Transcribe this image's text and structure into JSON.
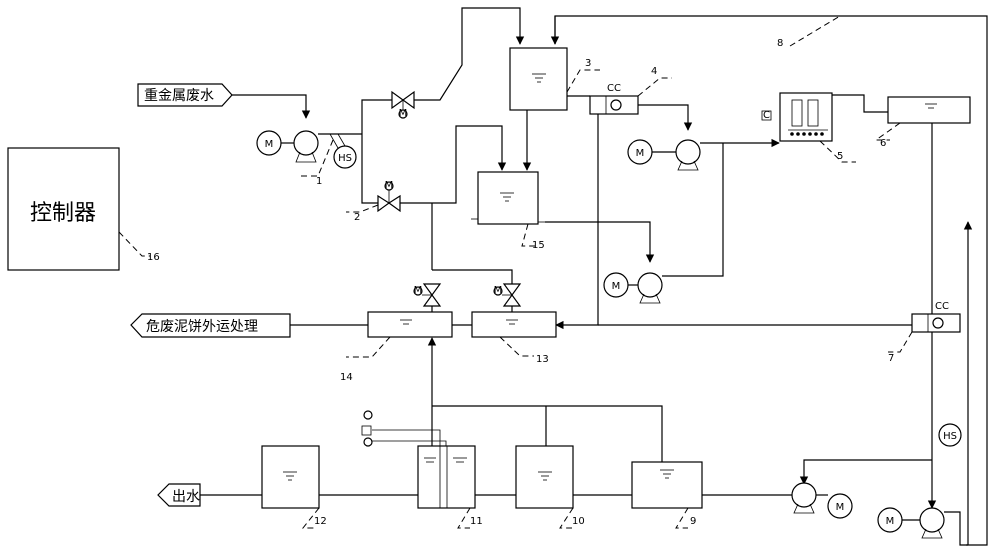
{
  "controller": {
    "label": "控制器"
  },
  "io": {
    "inlet": "重金属废水",
    "sludge_outlet": "危废泥饼外运处理",
    "water_outlet": "出水"
  },
  "badges": {
    "motor": "M",
    "level_switch": "HS",
    "flowmeter": "CC",
    "valve_actuator": "M",
    "small_c": "C"
  },
  "component_numbers": [
    "1",
    "2",
    "3",
    "4",
    "5",
    "6",
    "7",
    "8",
    "9",
    "10",
    "11",
    "12",
    "13",
    "14",
    "15",
    "16"
  ]
}
